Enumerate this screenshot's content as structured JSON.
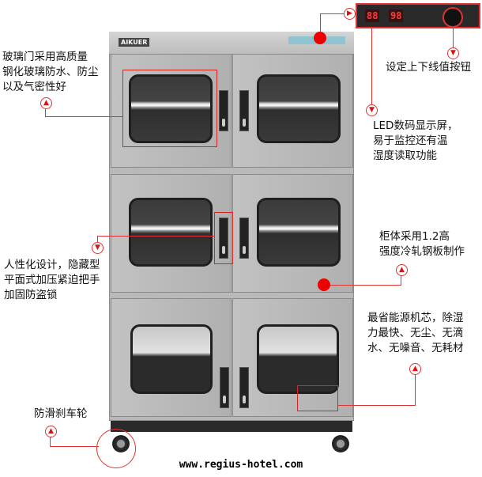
{
  "product": {
    "brand_logo": "AIKUER",
    "display": {
      "humidity": "88",
      "temperature": "98"
    }
  },
  "annotations": {
    "glass_door": [
      "玻璃门采用高质量",
      "钢化玻璃防水、防尘",
      "以及气密性好"
    ],
    "buttons": [
      "设定上下线值按钮"
    ],
    "led": [
      "LED数码显示屏，",
      "易于监控还有温",
      "湿度读取功能"
    ],
    "steel": [
      "柜体采用1.2高",
      "强度冷轧钢板制作"
    ],
    "handle": [
      "人性化设计，隐藏型",
      "平面式加压紧迫把手",
      "加固防盗锁"
    ],
    "core": [
      "最省能源机芯，除湿",
      "力最快、无尘、无滴",
      "水、无噪音、无耗材"
    ],
    "wheel": [
      "防滑刹车轮"
    ]
  },
  "watermark": "www.regius-hotel.com",
  "colors": {
    "accent": "#dd2222",
    "body": "#b9b9b9"
  }
}
